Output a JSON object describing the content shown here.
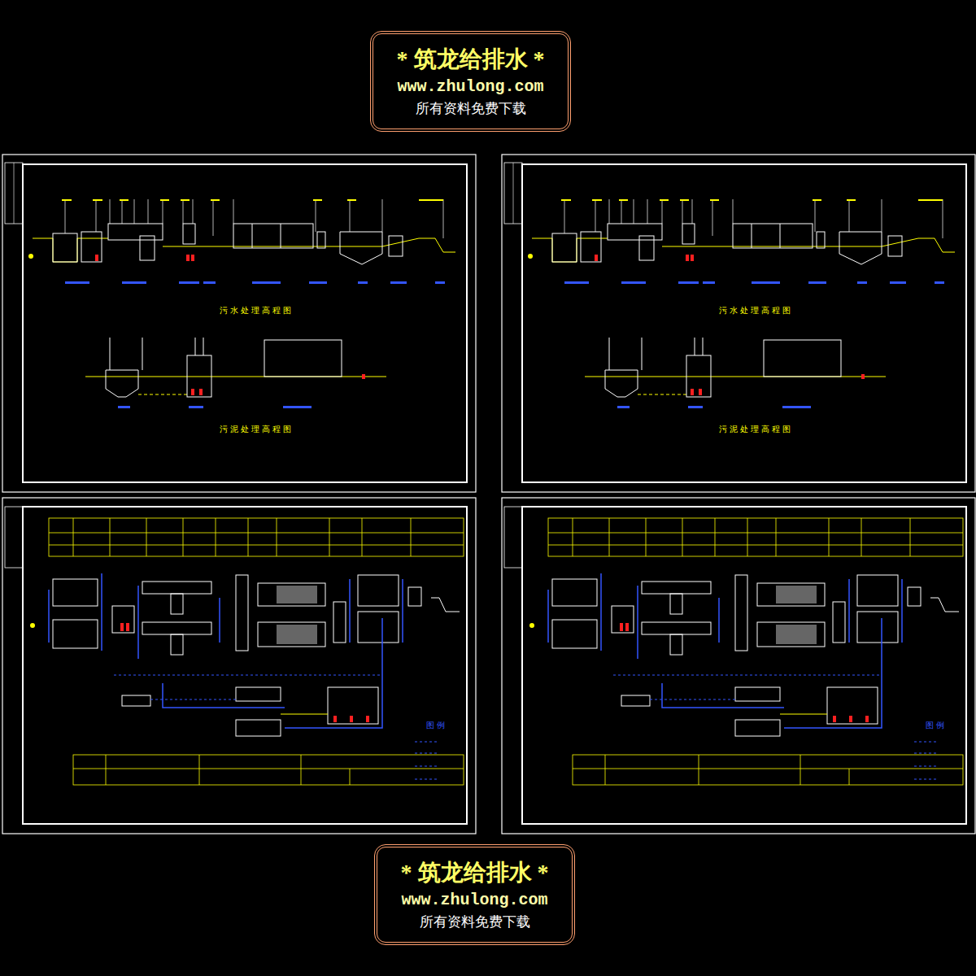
{
  "diagram": {
    "nodes": [
      {
        "text": [
          "* 筑龙给排水 *",
          "www.zhulong.com",
          "所有资料免费下载"
        ]
      },
      {
        "text": [
          "* 筑龙给排水 *",
          "www.zhulong.com",
          "所有资料免费下载"
        ]
      }
    ],
    "labels": [
      "污水处理高程图",
      "污水处理高程图",
      "污泥处理高程图",
      "污泥处理高程图",
      "图例",
      "图例"
    ]
  }
}
